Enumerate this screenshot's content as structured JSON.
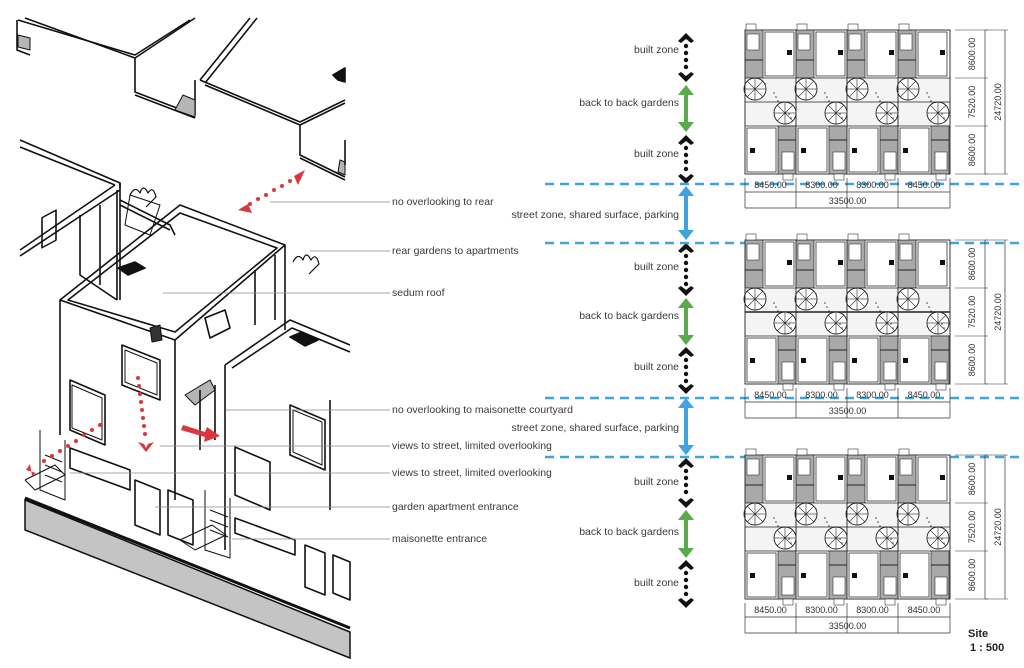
{
  "axonometric": {
    "annotations": [
      {
        "id": "no-overlooking-rear",
        "text": "no overlooking to rear"
      },
      {
        "id": "rear-gardens",
        "text": "rear gardens to apartments"
      },
      {
        "id": "sedum-roof",
        "text": "sedum roof"
      },
      {
        "id": "no-overlooking-courtyard",
        "text": "no overlooking to maisonette courtyard"
      },
      {
        "id": "views-street-1",
        "text": "views to street, limited overlooking"
      },
      {
        "id": "views-street-2",
        "text": "views to street, limited overlooking"
      },
      {
        "id": "garden-apartment-entrance",
        "text": "garden apartment entrance"
      },
      {
        "id": "maisonette-entrance",
        "text": "maisonette entrance"
      }
    ]
  },
  "zones": {
    "labels": [
      "built zone",
      "back to back gardens",
      "built zone",
      "street zone, shared surface, parking",
      "built zone",
      "back to back gardens",
      "built zone",
      "street zone, shared surface, parking",
      "built zone",
      "back to back gardens",
      "built zone"
    ],
    "types": [
      "built",
      "garden",
      "built",
      "street",
      "built",
      "garden",
      "built",
      "street",
      "built",
      "garden",
      "built"
    ]
  },
  "plan": {
    "blocks": 3,
    "widths": [
      "8450.00",
      "8300.00",
      "8300.00",
      "8450.00"
    ],
    "total_width": "33500.00",
    "depths": [
      "8600.00",
      "7520.00",
      "8600.00"
    ],
    "total_depth": "24720.00"
  },
  "scale": {
    "title": "Site",
    "ratio": "1 : 500"
  },
  "colors": {
    "street_blue": "#3fa3e0",
    "garden_green": "#5aaa4a",
    "built_black": "#111111",
    "red_arrow": "#d9363e",
    "grey_fill": "#a9a9a9"
  }
}
